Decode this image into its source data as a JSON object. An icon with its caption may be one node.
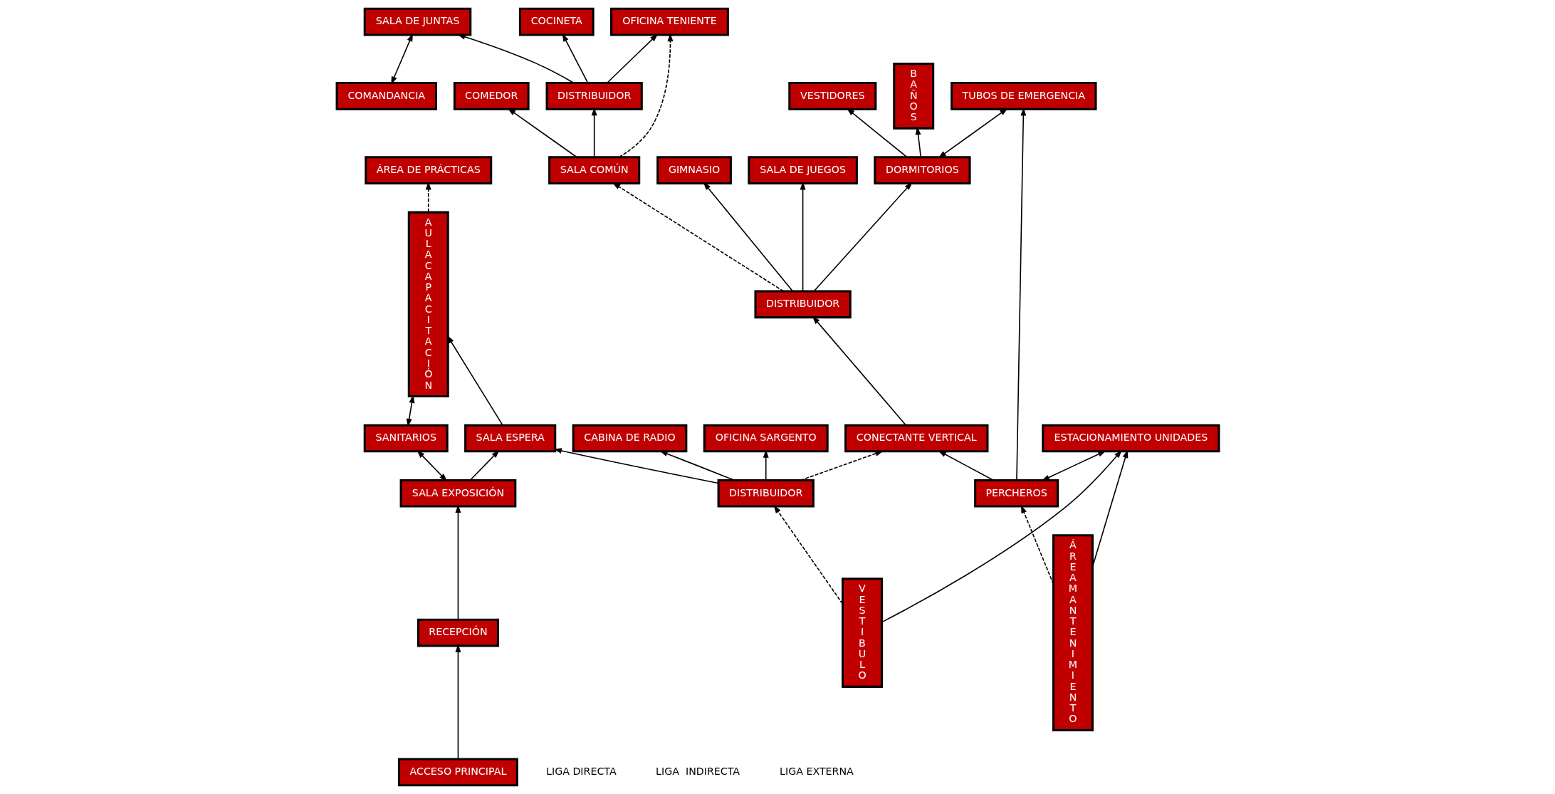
{
  "diagram": {
    "nodes": [
      {
        "text": [
          "BAÑOS"
        ]
      },
      {
        "text": [
          "VESTIDORES"
        ]
      },
      {
        "text": [
          "GIMNASIO"
        ]
      },
      {
        "text": [
          "SALA DE JUEGOS"
        ]
      },
      {
        "text": [
          "COMEDOR"
        ]
      },
      {
        "text": [
          "COCINETA"
        ]
      },
      {
        "text": [
          "COMANDANCIA"
        ]
      },
      {
        "text": [
          "DORMITORIOS"
        ]
      },
      {
        "text": [
          "DISTRIBUIDOR"
        ]
      },
      {
        "text": [
          "SALA COMÚN"
        ]
      },
      {
        "text": [
          "DISTRIBUIDOR"
        ]
      },
      {
        "text": [
          "SALA DE JUNTAS"
        ]
      },
      {
        "text": [
          "OFICINA TENIENTE"
        ]
      },
      {
        "text": [
          "ÁREA MANTENIMIENTO"
        ]
      },
      {
        "text": [
          "TUBOS DE EMERGENCIA"
        ]
      },
      {
        "text": [
          "CONECTANTE VERTICAL"
        ]
      },
      {
        "text": [
          "OFICINA SARGENTO"
        ]
      },
      {
        "text": [
          "AULA CAPACITACIÓN"
        ]
      },
      {
        "text": [
          "PERCHEROS"
        ]
      },
      {
        "text": [
          "VESTIBULO"
        ]
      },
      {
        "text": [
          "DISTRIBUIDOR"
        ]
      },
      {
        "text": [
          "CABINA DE RADIO"
        ]
      },
      {
        "text": [
          "ÁREA DE PRÁCTICAS"
        ]
      },
      {
        "text": [
          "SALA EXPOSICIÓN"
        ]
      },
      {
        "text": [
          "SALA ESPERA"
        ]
      },
      {
        "text": [
          "ESTACIONAMIENTO UNIDADES"
        ]
      },
      {
        "text": [
          "SANITARIOS"
        ]
      },
      {
        "text": [
          "RECEPCIÓN"
        ]
      },
      {
        "text": [
          "ACCESO PRINCIPAL"
        ]
      }
    ],
    "edges": [
      {
        "from": 7,
        "to": 0,
        "arrow": "to"
      },
      {
        "from": 7,
        "to": 1,
        "arrow": "to"
      },
      {
        "from": 8,
        "to": 7,
        "arrow": "to"
      },
      {
        "from": 8,
        "to": 2,
        "arrow": "to"
      },
      {
        "from": 8,
        "to": 3,
        "arrow": "to"
      },
      {
        "from": 8,
        "to": 9,
        "arrow": "to",
        "style": "dashed"
      },
      {
        "from": 9,
        "to": 4,
        "arrow": "to"
      },
      {
        "from": 9,
        "to": 10,
        "arrow": "to"
      },
      {
        "from": 10,
        "to": 5,
        "arrow": "to"
      },
      {
        "from": 10,
        "to": 11,
        "arrow": "to"
      },
      {
        "from": 6,
        "to": 11,
        "arrow": "both"
      },
      {
        "from": 10,
        "to": 12,
        "arrow": "to"
      },
      {
        "from": 9,
        "to": 12,
        "arrow": "to",
        "style": "dashed"
      },
      {
        "from": 7,
        "to": 14,
        "arrow": "both"
      },
      {
        "from": 15,
        "to": 8,
        "arrow": "to"
      },
      {
        "from": 18,
        "to": 14,
        "arrow": "to"
      },
      {
        "from": 18,
        "to": 15,
        "arrow": "to"
      },
      {
        "from": 13,
        "to": 18,
        "arrow": "to",
        "style": "dashed"
      },
      {
        "from": 18,
        "to": 25,
        "arrow": "both"
      },
      {
        "from": 13,
        "to": 25,
        "arrow": "to"
      },
      {
        "from": 19,
        "to": 25,
        "arrow": "to"
      },
      {
        "from": 19,
        "to": 20,
        "arrow": "to",
        "style": "dashed"
      },
      {
        "from": 20,
        "to": 15,
        "arrow": "to",
        "style": "dashed"
      },
      {
        "from": 20,
        "to": 16,
        "arrow": "to"
      },
      {
        "from": 20,
        "to": 21,
        "arrow": "to"
      },
      {
        "from": 20,
        "to": 24,
        "arrow": "to"
      },
      {
        "from": 17,
        "to": 22,
        "arrow": "to",
        "style": "dashed"
      },
      {
        "from": 23,
        "to": 24,
        "arrow": "to"
      },
      {
        "from": 24,
        "to": 17,
        "arrow": "to"
      },
      {
        "from": 23,
        "to": 26,
        "arrow": "both"
      },
      {
        "from": 26,
        "to": 17,
        "arrow": "both"
      },
      {
        "from": 27,
        "to": 23,
        "arrow": "to"
      },
      {
        "from": 28,
        "to": 27,
        "arrow": "to"
      }
    ],
    "legend": [
      {
        "text": "LIGA DIRECTA"
      },
      {
        "text": "LIGA  INDIRECTA"
      },
      {
        "text": "LIGA EXTERNA"
      }
    ]
  }
}
